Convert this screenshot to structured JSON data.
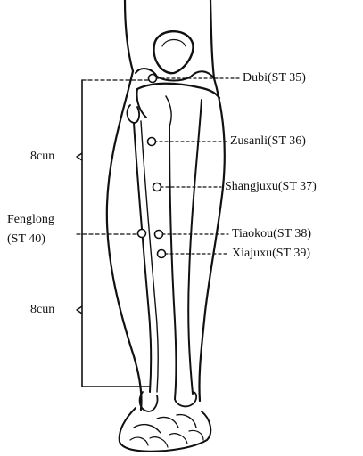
{
  "labels": {
    "dubi": "Dubi(ST 35)",
    "zusanli": "Zusanli(ST 36)",
    "shangjuxu": "Shangjuxu(ST 37)",
    "tiaokou": "Tiaokou(ST 38)",
    "xiajuxu": "Xiajuxu(ST 39)",
    "fenglong_line1": "Fenglong",
    "fenglong_line2": "(ST 40)",
    "upper_cun": "8cun",
    "lower_cun": "8cun"
  }
}
